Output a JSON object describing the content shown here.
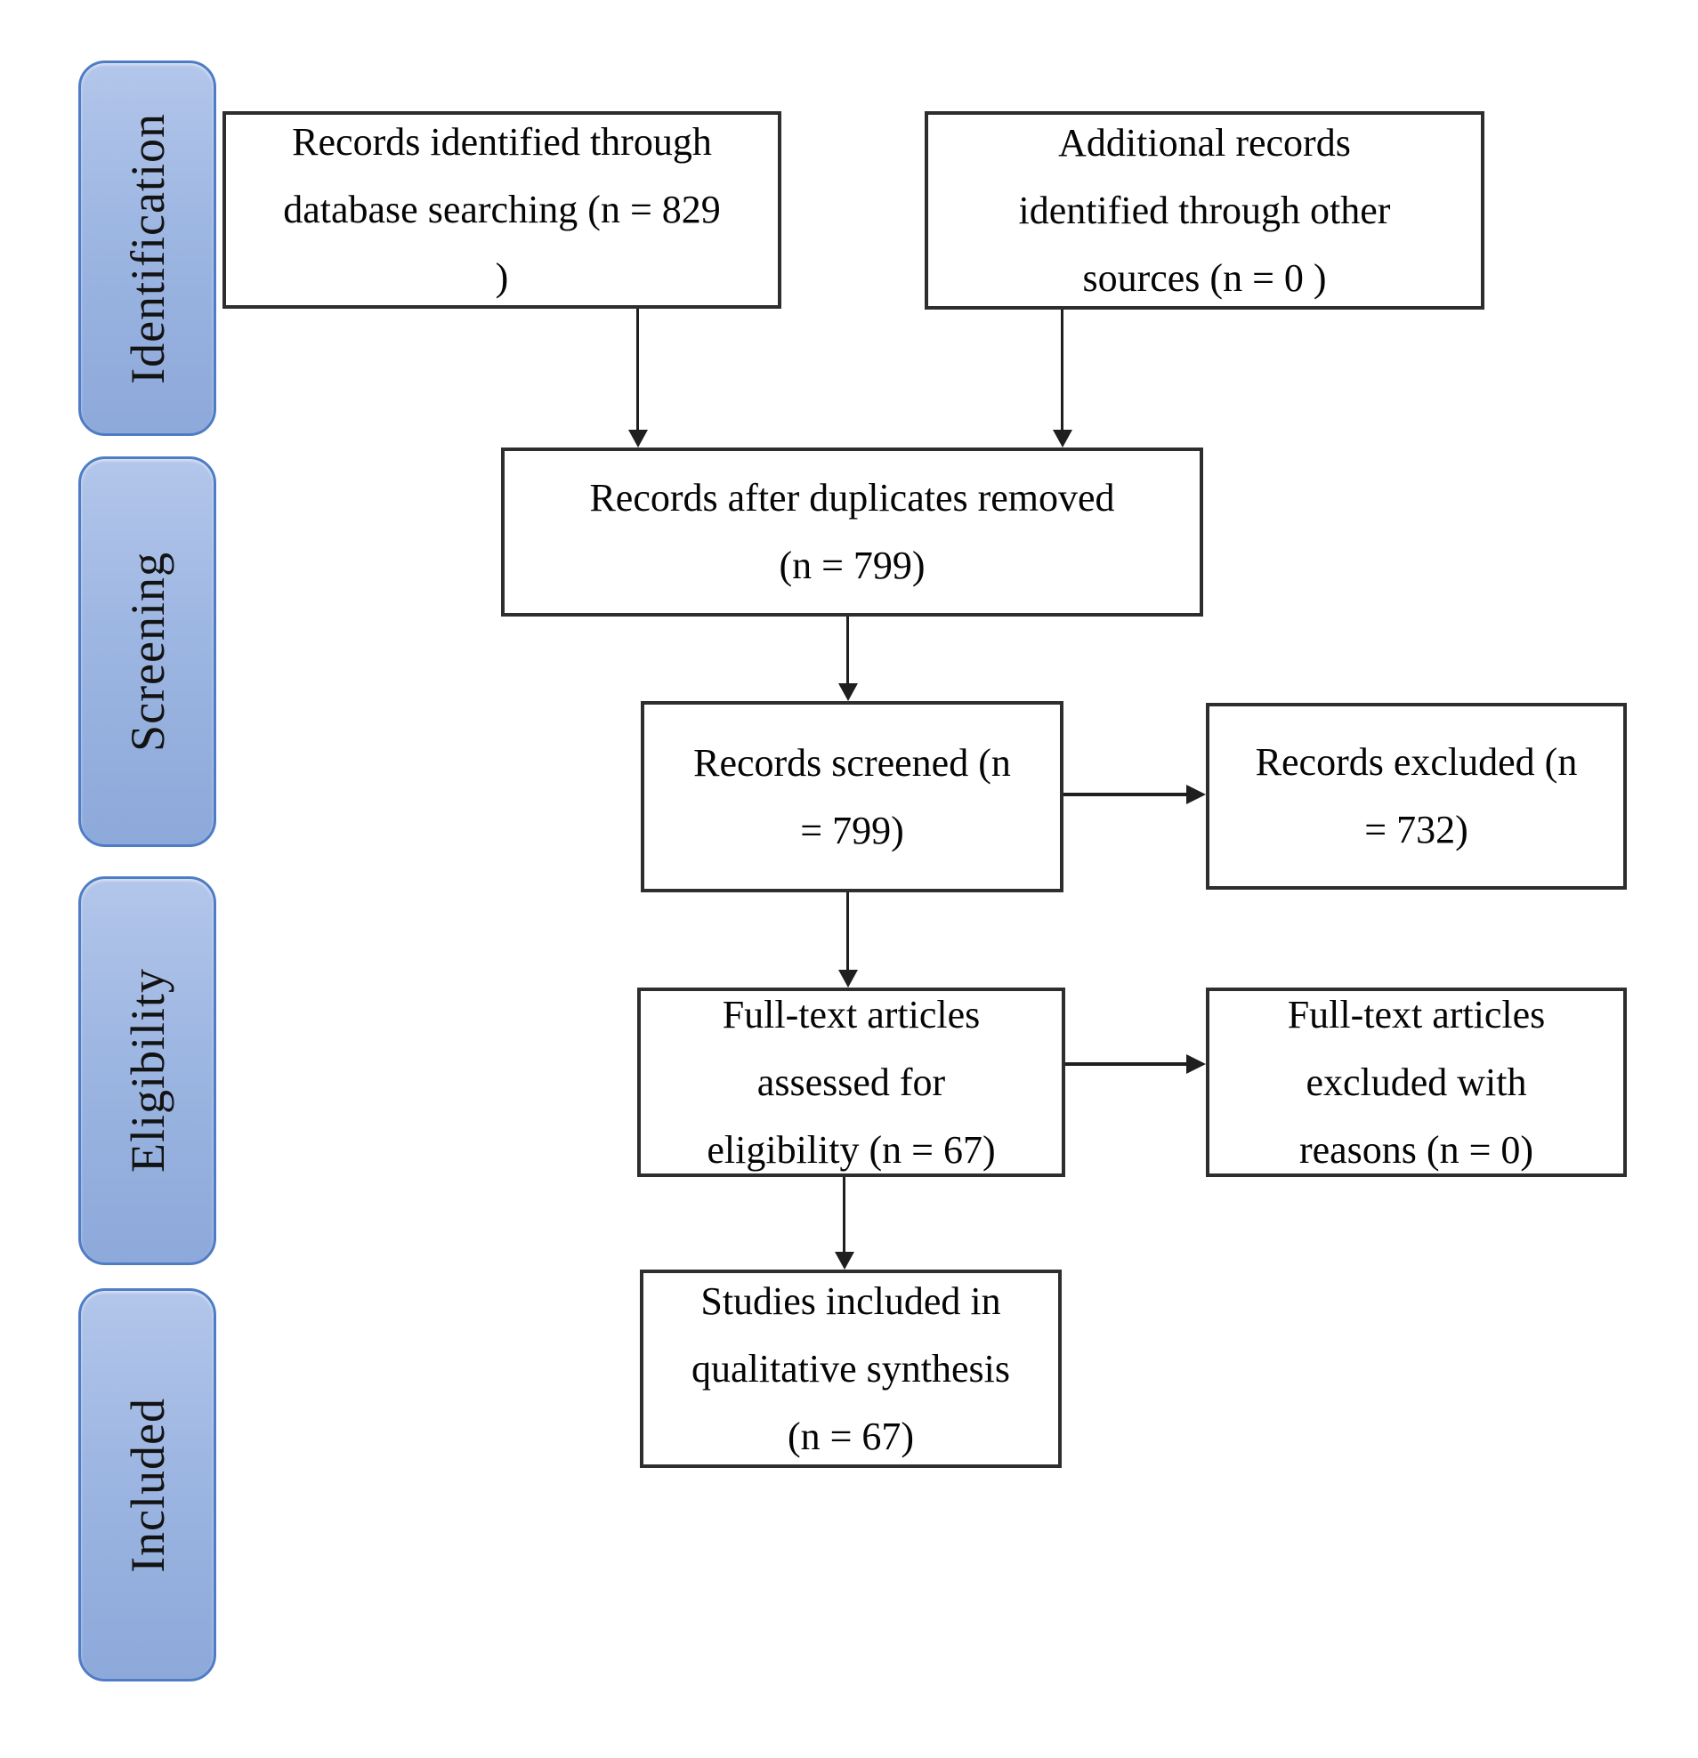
{
  "figure": {
    "type": "prisma-flow-diagram",
    "background": "#ffffff",
    "stages": [
      {
        "id": "identification",
        "label": "Identification"
      },
      {
        "id": "screening",
        "label": "Screening"
      },
      {
        "id": "eligibility",
        "label": "Eligibility"
      },
      {
        "id": "included",
        "label": "Included"
      }
    ],
    "nodes": [
      {
        "id": "records-identified",
        "stage": "identification",
        "n": 829,
        "text": "Records identified through\ndatabase searching (n = 829\n)"
      },
      {
        "id": "additional-records",
        "stage": "identification",
        "n": 0,
        "text": "Additional records\nidentified through other\nsources (n = 0 )"
      },
      {
        "id": "records-deduplicated",
        "stage": "screening",
        "n": 799,
        "text": "Records after duplicates removed\n(n = 799)"
      },
      {
        "id": "records-screened",
        "stage": "screening",
        "n": 799,
        "text": "Records screened (n\n= 799)"
      },
      {
        "id": "records-excluded",
        "stage": "screening",
        "n": 732,
        "text": "Records excluded (n\n= 732)"
      },
      {
        "id": "fulltext-assessed",
        "stage": "eligibility",
        "n": 67,
        "text": "Full-text articles\nassessed for\neligibility (n = 67)"
      },
      {
        "id": "fulltext-excluded",
        "stage": "eligibility",
        "n": 0,
        "text": "Full-text articles\nexcluded with\nreasons (n = 0)"
      },
      {
        "id": "studies-included",
        "stage": "included",
        "n": 67,
        "text": "Studies included in\nqualitative synthesis\n(n = 67)"
      }
    ],
    "edges": [
      {
        "from": "records-identified",
        "to": "records-deduplicated"
      },
      {
        "from": "additional-records",
        "to": "records-deduplicated"
      },
      {
        "from": "records-deduplicated",
        "to": "records-screened"
      },
      {
        "from": "records-screened",
        "to": "records-excluded"
      },
      {
        "from": "records-screened",
        "to": "fulltext-assessed"
      },
      {
        "from": "fulltext-assessed",
        "to": "fulltext-excluded"
      },
      {
        "from": "fulltext-assessed",
        "to": "studies-included"
      }
    ],
    "colors": {
      "stage_fill_top": "#b3c6ea",
      "stage_fill_bottom": "#8da9da",
      "stage_border": "#4f7dc5",
      "box_border": "#2e2e2e",
      "arrow": "#1f1f1f",
      "text": "#050505",
      "background": "#ffffff"
    }
  }
}
